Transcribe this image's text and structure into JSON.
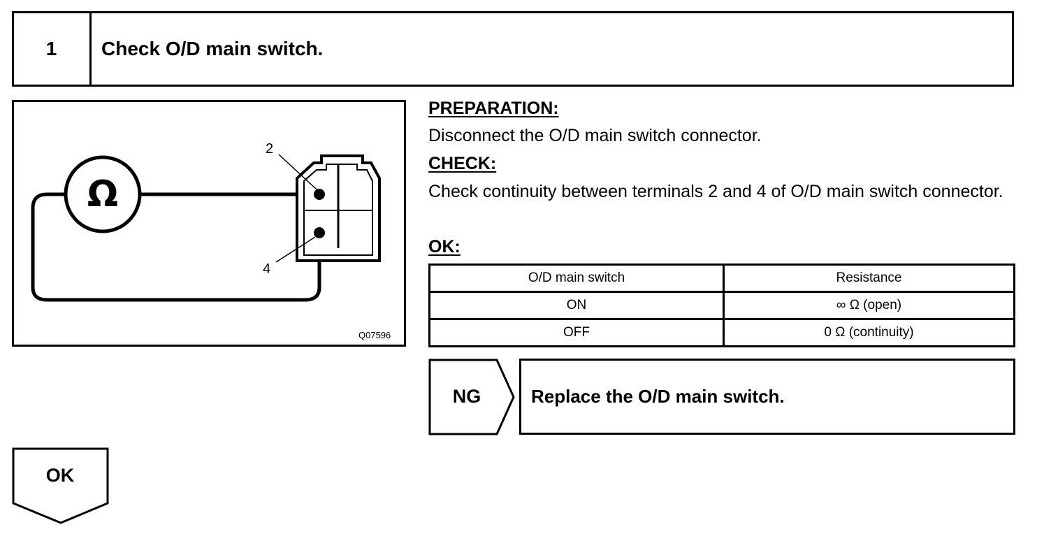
{
  "step": {
    "number": "1",
    "title": "Check O/D main switch."
  },
  "figure": {
    "meter_symbol": "Ω",
    "terminal_labels": [
      "2",
      "4"
    ],
    "figure_code": "Q07596"
  },
  "preparation": {
    "heading": "PREPARATION:",
    "text": "Disconnect the O/D main switch connector."
  },
  "check": {
    "heading": "CHECK:",
    "text": "Check continuity between terminals 2 and 4 of O/D main switch connector."
  },
  "ok_section": {
    "heading": "OK:",
    "table": {
      "headers": [
        "O/D main switch",
        "Resistance"
      ],
      "rows": [
        [
          "ON",
          "∞ Ω (open)"
        ],
        [
          "OFF",
          "0 Ω (continuity)"
        ]
      ]
    }
  },
  "ng": {
    "label": "NG",
    "action": "Replace the O/D main switch."
  },
  "ok_result": {
    "label": "OK"
  }
}
